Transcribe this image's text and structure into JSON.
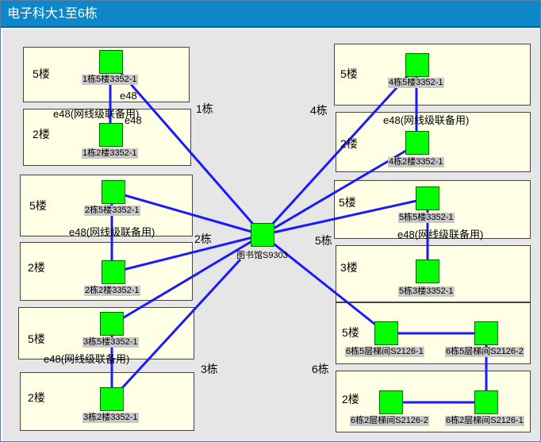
{
  "window": {
    "title": "电子科大1至6栋"
  },
  "labels": {
    "b1": "1栋",
    "b2": "2栋",
    "b3": "3栋",
    "b4": "4栋",
    "b5": "5栋",
    "b6": "6栋",
    "f5": "5楼",
    "f2": "2楼",
    "f3": "3楼",
    "e48": "e48",
    "e48_backup": "e48(网线级联备用)"
  },
  "nodes": {
    "core": "图书馆S9303",
    "b1f5": "1栋5楼3352-1",
    "b1f2": "1栋2楼3352-1",
    "b2f5": "2栋5楼3352-1",
    "b2f2": "2栋2楼3352-1",
    "b3f5": "3栋5楼3352-1",
    "b3f2": "3栋2楼3352-1",
    "b4f5": "4栋5楼3352-1",
    "b4f2": "4栋2楼3352-1",
    "b5f5": "5栋5楼3352-1",
    "b5f3": "5栋3楼3352-1",
    "b6f5a": "6栋5层梯间S2126-1",
    "b6f5b": "6栋5层梯间S2126-2",
    "b6f2a": "6栋2层梯间S2126-2",
    "b6f2b": "6栋2层梯间S2126-1"
  },
  "colors": {
    "link": "#1a1aff",
    "node": "#00ff00",
    "box": "#ffffe6",
    "titlebar": "#0e87c9"
  }
}
